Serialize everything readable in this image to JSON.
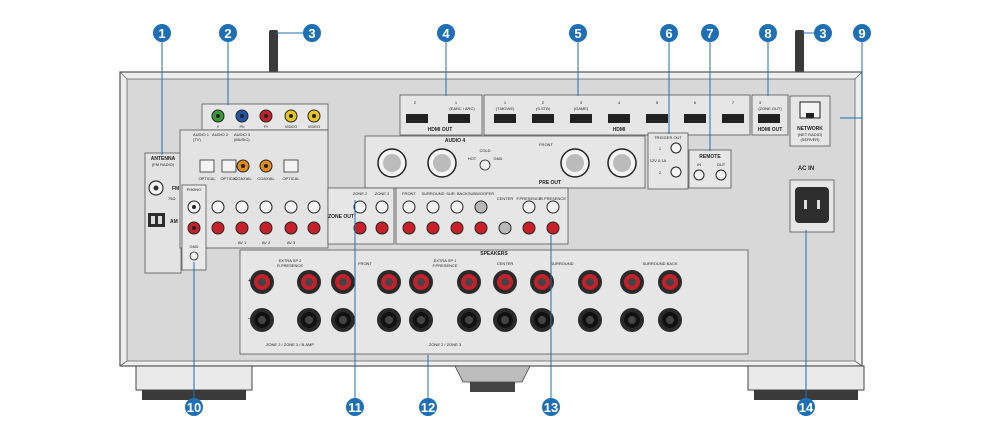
{
  "callouts": [
    "1",
    "2",
    "3",
    "3",
    "4",
    "5",
    "6",
    "7",
    "8",
    "9",
    "10",
    "11",
    "12",
    "13",
    "14"
  ],
  "panel": {
    "antenna_label": "ANTENNA",
    "antenna_sub": "(FM RADIO)",
    "fm": "FM",
    "fm_ohm": "75Ω",
    "am": "AM",
    "phono": "PHONO",
    "gnd": "GND",
    "audio1": "AUDIO 1",
    "audio1_sub": "(TV)",
    "audio2": "AUDIO 2",
    "audio3": "AUDIO 3",
    "audio3_sub": "(MUSIC)",
    "optical1": "OPTICAL",
    "optical2": "OPTICAL",
    "optical3": "OPTICAL",
    "coaxial1": "COAXIAL",
    "coaxial2": "COAXIAL",
    "component_y": "Y",
    "component_pb": "Pb",
    "component_pr": "Pr",
    "video1": "VIDEO",
    "video2": "VIDEO",
    "av1": "AV 1",
    "av2": "AV 2",
    "av3": "AV 3",
    "audio4": "AUDIO 4",
    "pre_out": "PRE OUT",
    "front": "FRONT",
    "cold": "COLD",
    "hot": "HOT",
    "gnd2": "GND",
    "zone2": "ZONE 2",
    "zone3": "ZONE 3",
    "zone_out": "ZONE OUT",
    "pre_front": "FRONT",
    "pre_surround": "SURROUND",
    "pre_surback": "SUR. BACK",
    "pre_subwoofer": "SUBWOOFER",
    "pre_center": "CENTER",
    "pre_fpresence": "F.PRESENCE",
    "pre_rpresence": "R.PRESENCE",
    "hdmi_out_left": "HDMI OUT",
    "hdmi_out_left_ports": [
      "2",
      "1"
    ],
    "hdmi_earc": "(EARC / ARC)",
    "hdmi_in": "HDMI",
    "hdmi_in_ports": [
      "1",
      "2",
      "3",
      "4",
      "5",
      "6",
      "7"
    ],
    "hdmi_in_1_sub": "(T.MOVIE)",
    "hdmi_in_2_sub": "(S.STB)",
    "hdmi_in_3_sub": "(GAME)",
    "hdmi_out_right": "HDMI OUT",
    "hdmi_out_right_port": "3",
    "hdmi_out_right_sub": "(ZONE OUT)",
    "network": "NETWORK",
    "network_sub1": "(NET RADIO)",
    "network_sub2": "(SERVER)",
    "trigger_out": "TRIGGER OUT",
    "trigger_1": "1",
    "trigger_2": "2",
    "trigger_spec": "12V 0.1A",
    "remote": "REMOTE",
    "remote_in": "IN",
    "remote_out": "OUT",
    "ac_in": "AC IN",
    "speakers": "SPEAKERS",
    "sp_extra1": "EXTRA SP 2",
    "sp_extra1_sub": "R.PRESENCE",
    "sp_front": "FRONT",
    "sp_extra2": "EXTRA SP 1",
    "sp_extra2_sub": "F.PRESENCE",
    "sp_center": "CENTER",
    "sp_surround": "SURROUND",
    "sp_surround_back": "SURROUND BACK",
    "zone_bamp": "ZONE 2 / ZONE 3 / B.AMP",
    "zone23": "ZONE 2 / ZONE 3",
    "plus": "+",
    "minus": "−"
  },
  "colors": {
    "callout": "#1f6fb4",
    "panel": "#d8d8d8",
    "panel_dark": "#c4c4c4",
    "outline": "#555555",
    "jack_red": "#c8202a",
    "jack_white": "#f4f4f4",
    "jack_green": "#3a9a3a",
    "jack_blue": "#2255aa",
    "jack_yellow": "#e8c520",
    "jack_orange": "#e38a20"
  }
}
